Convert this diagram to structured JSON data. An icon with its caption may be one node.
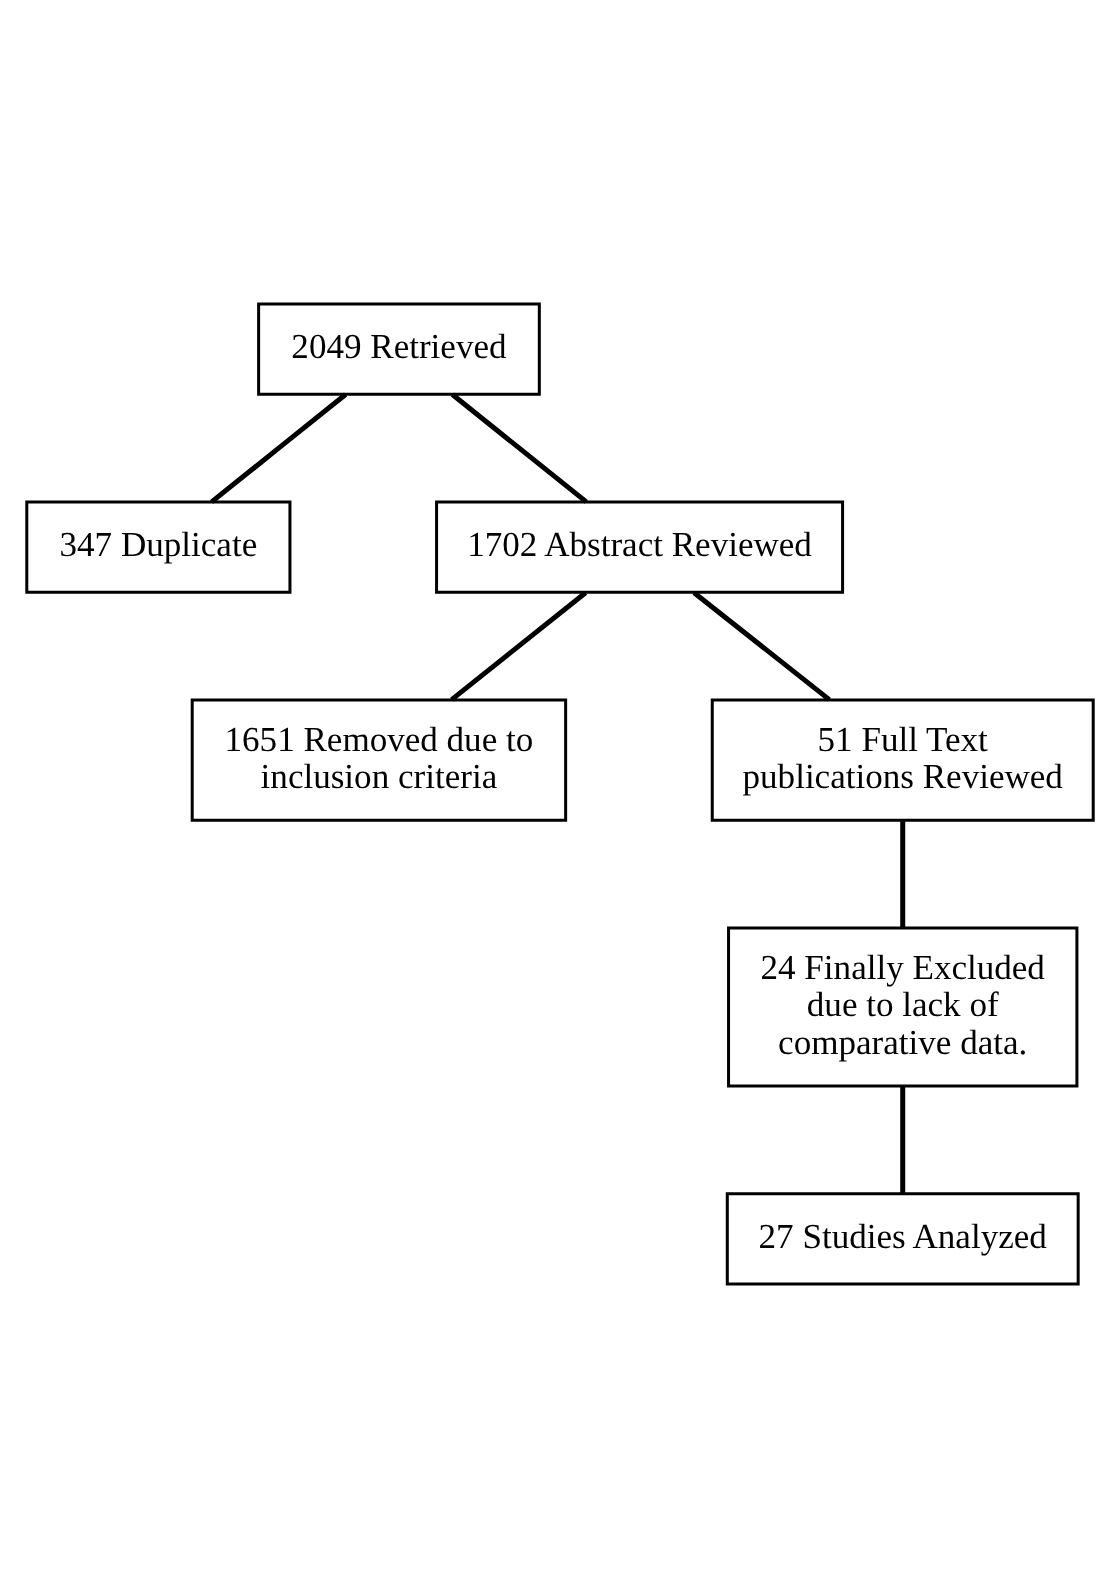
{
  "diagram": {
    "nodes": [
      {
        "text": [
          "2049 Retrieved"
        ]
      },
      {
        "text": [
          "347 Duplicate"
        ]
      },
      {
        "text": [
          "1702 Abstract Reviewed"
        ]
      },
      {
        "text": [
          "1651 Removed due to inclusion criteria"
        ]
      },
      {
        "text": [
          "51 Full Text publications Reviewed"
        ]
      },
      {
        "text": [
          "24 Finally Excluded due to lack of comparative data."
        ]
      },
      {
        "text": [
          "27 Studies Analyzed"
        ]
      }
    ],
    "edges": [
      {
        "from": 0,
        "to": 2,
        "arrow": "none"
      },
      {
        "from": 0,
        "to": 1,
        "arrow": "none"
      },
      {
        "from": 2,
        "to": 4,
        "arrow": "none"
      },
      {
        "from": 2,
        "to": 3,
        "arrow": "none"
      },
      {
        "from": 4,
        "to": 5,
        "arrow": "none"
      },
      {
        "from": 5,
        "to": 6,
        "arrow": "none"
      }
    ]
  }
}
